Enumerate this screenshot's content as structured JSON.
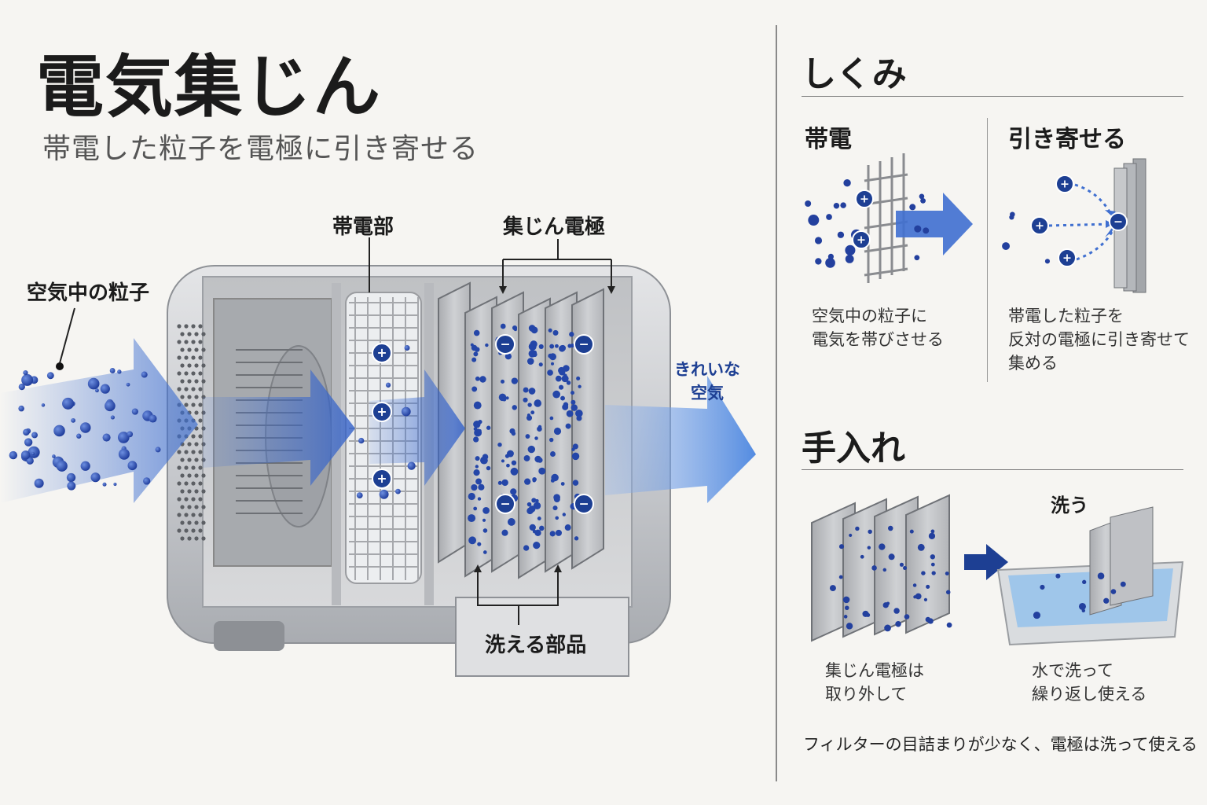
{
  "title": "電気集じん",
  "subtitle": "帯電した粒子を電極に引き寄せる",
  "device": {
    "label_airborne_particles": "空気中の粒子",
    "label_charging_unit": "帯電部",
    "label_collector_electrodes": "集じん電極",
    "label_washable_parts": "洗える部品",
    "label_clean_air": "きれいな\n空気",
    "charge_plus": "+",
    "charge_minus": "−"
  },
  "mechanism": {
    "title": "しくみ",
    "charging": {
      "title": "帯電",
      "caption": "空気中の粒子に\n電気を帯びさせる"
    },
    "attract": {
      "title": "引き寄せる",
      "caption": "帯電した粒子を\n反対の電極に引き寄せて\n集める"
    }
  },
  "maintenance": {
    "title": "手入れ",
    "wash_label": "洗う",
    "remove_caption": "集じん電極は\n取り外して",
    "wash_caption": "水で洗って\n繰り返し使える"
  },
  "footer_note": "フィルターの目詰まりが少なく、電極は洗って使える",
  "colors": {
    "accent_blue": "#1d3f93",
    "particle_blue": "#2446a8",
    "arrow_blue": "#3f6fd0"
  }
}
